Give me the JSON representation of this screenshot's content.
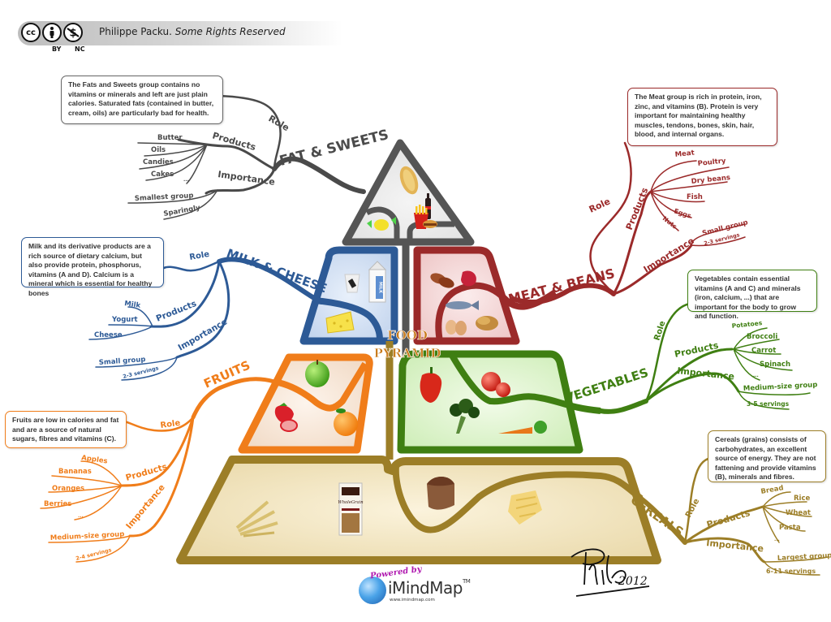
{
  "credit": {
    "author": "Philippe Packu.",
    "rights": "Some Rights Reserved",
    "license_icons": [
      "cc-icon",
      "by-person-icon",
      "nc-dollar-icon"
    ],
    "license_labels": [
      "BY",
      "NC"
    ],
    "cc_text": "cc"
  },
  "center": {
    "line1": "FOOD",
    "line2": "PYRAMID",
    "color": "#c87a1a"
  },
  "groups": {
    "fats": {
      "title": "FAT & SWEETS",
      "color": "#4a4a4a",
      "role_label": "Role",
      "role_text": "The Fats and Sweets group contains no vitamins or minerals and left are just plain calories. Saturated fats (contained in butter, cream, oils) are particularly bad for health.",
      "products_label": "Products",
      "products": [
        "Butter",
        "Oils",
        "Candies",
        "Cakes",
        "..."
      ],
      "importance_label": "Importance",
      "importance": [
        "Smallest group",
        "Sparingly"
      ]
    },
    "meat": {
      "title": "MEAT & BEANS",
      "color": "#9b2a2a",
      "role_label": "Role",
      "role_text": "The Meat group is rich in protein, iron, zinc, and vitamins (B). Protein is very important for maintaining healthy muscles, tendons, bones, skin, hair, blood, and internal organs.",
      "products_label": "Products",
      "products": [
        "Meat",
        "Poultry",
        "Dry beans",
        "Fish",
        "Eggs",
        "Nuts"
      ],
      "importance_label": "Importance",
      "importance": [
        "Small group",
        "2-3 servings"
      ]
    },
    "milk": {
      "title": "MILK & CHEESE",
      "color": "#2d5a96",
      "role_label": "Role",
      "role_text": "Milk and its derivative products are a rich source of dietary calcium, but also provide protein, phosphorus, vitamins (A and D). Calcium is a mineral which is essential for healthy bones",
      "products_label": "Products",
      "products": [
        "Milk",
        "Yogurt",
        "Cheese"
      ],
      "importance_label": "Importance",
      "importance": [
        "Small group",
        "2-3 servings"
      ]
    },
    "vegetables": {
      "title": "VEGETABLES",
      "color": "#3f7f12",
      "role_label": "Role",
      "role_text": "Vegetables contain essential vitamins (A and C) and minerals (iron, calcium, ...) that are important for the body to grow and function.",
      "products_label": "Products",
      "products": [
        "Potatoes",
        "Broccoli",
        "Carrot",
        "Spinach",
        "..."
      ],
      "importance_label": "Importance",
      "importance": [
        "Medium-size group",
        "3-5 servings"
      ]
    },
    "fruits": {
      "title": "FRUITS",
      "color": "#f07d1a",
      "role_label": "Role",
      "role_text": "Fruits are low in calories and fat and are a source of natural sugars, fibres and vitamins (C).",
      "products_label": "Products",
      "products": [
        "Apples",
        "Bananas",
        "Oranges",
        "Berries",
        "..."
      ],
      "importance_label": "Importance",
      "importance": [
        "Medium-size group",
        "2-4 servings"
      ]
    },
    "cereals": {
      "title": "CEREALS",
      "color": "#9c7e27",
      "role_label": "Role",
      "role_text": "Cereals (grains) consists of carbohydrates, an excellent source of energy. They are not fattening and provide vitamins (B), minerals and fibres.",
      "products_label": "Products",
      "products": [
        "Bread",
        "Rice",
        "Wheat",
        "Pasta",
        "..."
      ],
      "importance_label": "Importance",
      "importance": [
        "Largest group",
        "6-11 servings"
      ]
    }
  },
  "pyramid_icons": {
    "fats": [
      "croissant-icon",
      "candy-icon",
      "soda-bottle-icon",
      "fries-burger-icon"
    ],
    "milk": [
      "yogurt-cup-icon",
      "milk-carton-icon",
      "cheese-icon"
    ],
    "meat": [
      "sausages-icon",
      "steak-icon",
      "fish-icon",
      "eggs-icon",
      "roast-chicken-icon"
    ],
    "fruits": [
      "green-apple-icon",
      "strawberry-icon",
      "orange-icon"
    ],
    "vegetables": [
      "red-pepper-icon",
      "tomato-icon",
      "broccoli-icon",
      "carrot-icon"
    ],
    "cereals": [
      "wheat-icon",
      "cereal-box-icon",
      "bread-icon",
      "pasta-icon"
    ],
    "milk_carton_text": "MILK",
    "cereal_box_text": "WholeGrain"
  },
  "footer": {
    "powered_by": "Powered by",
    "brand": "iMindMap",
    "tm": "TM",
    "url": "www.imindmap.com",
    "signature": "Phil 2012"
  }
}
